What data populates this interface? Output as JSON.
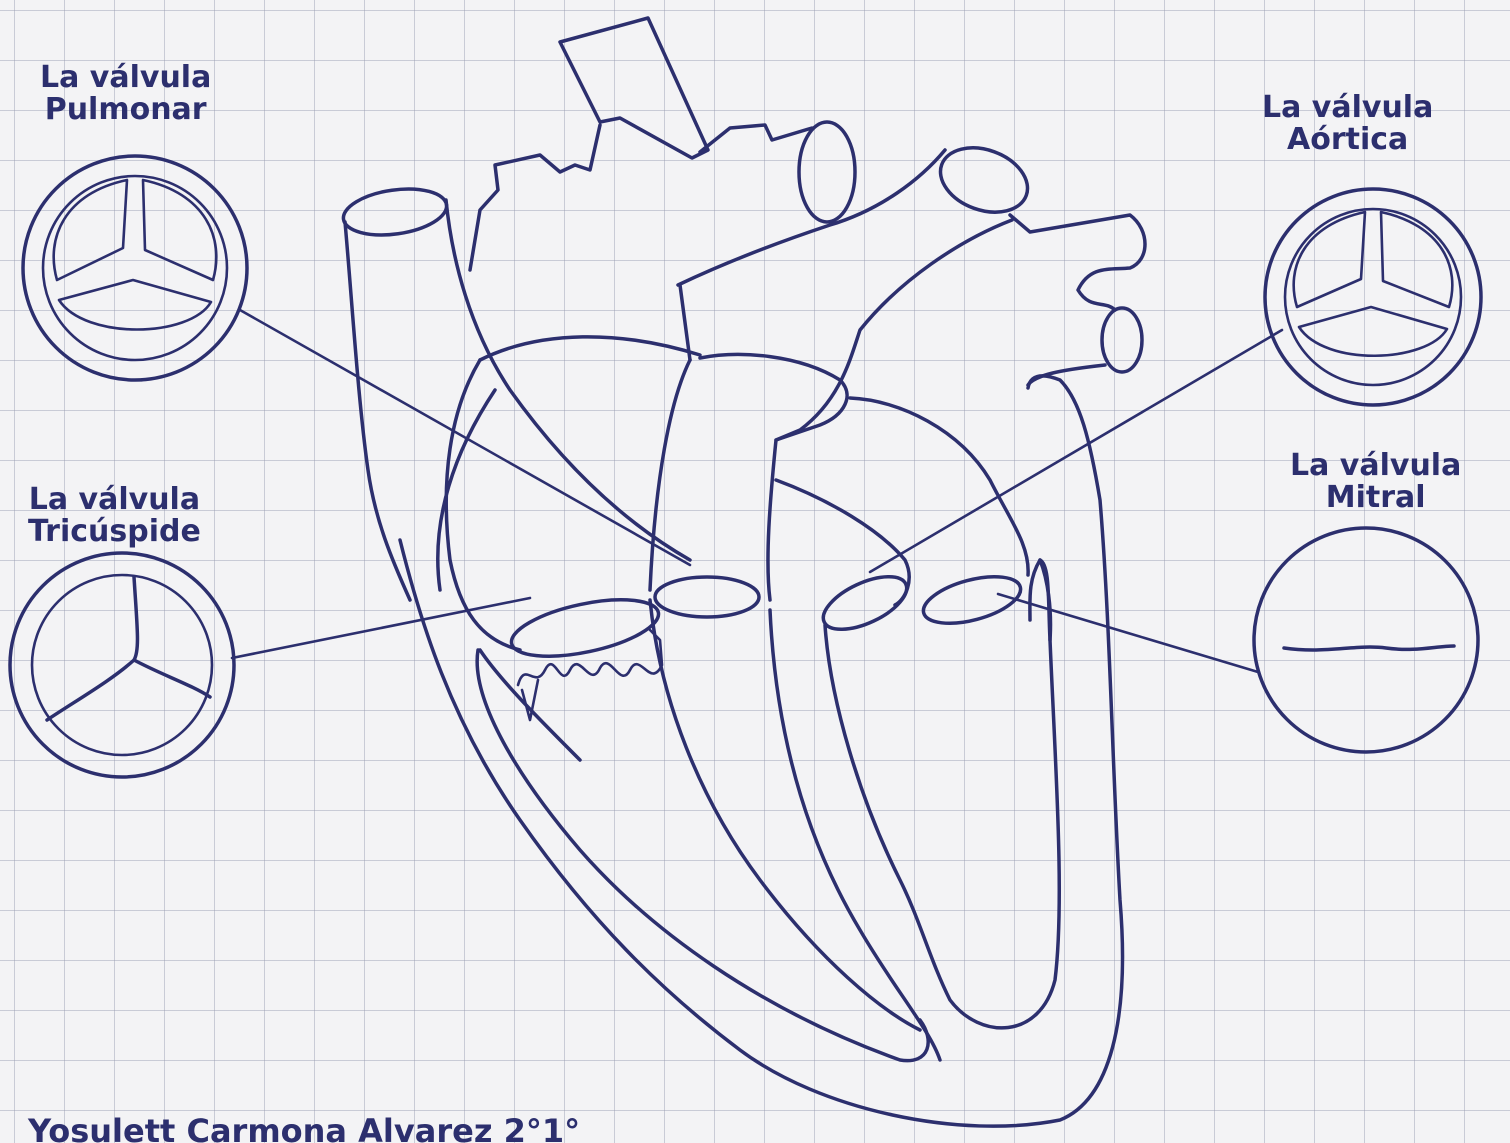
{
  "labels": {
    "pulmonary": {
      "line1": "La válvula",
      "line2": "Pulmonar"
    },
    "aortic": {
      "line1": "La válvula",
      "line2": "Aórtica"
    },
    "tricuspid": {
      "line1": "La válvula",
      "line2": "Tricúspide"
    },
    "mitral": {
      "line1": "La válvula",
      "line2": "Mitral"
    }
  },
  "footer": "Yosulett Carmona Alvarez 2°1°",
  "colors": {
    "ink": "#2c2f6e",
    "paper": "#f3f3f5",
    "grid": "#9a9fb3"
  }
}
